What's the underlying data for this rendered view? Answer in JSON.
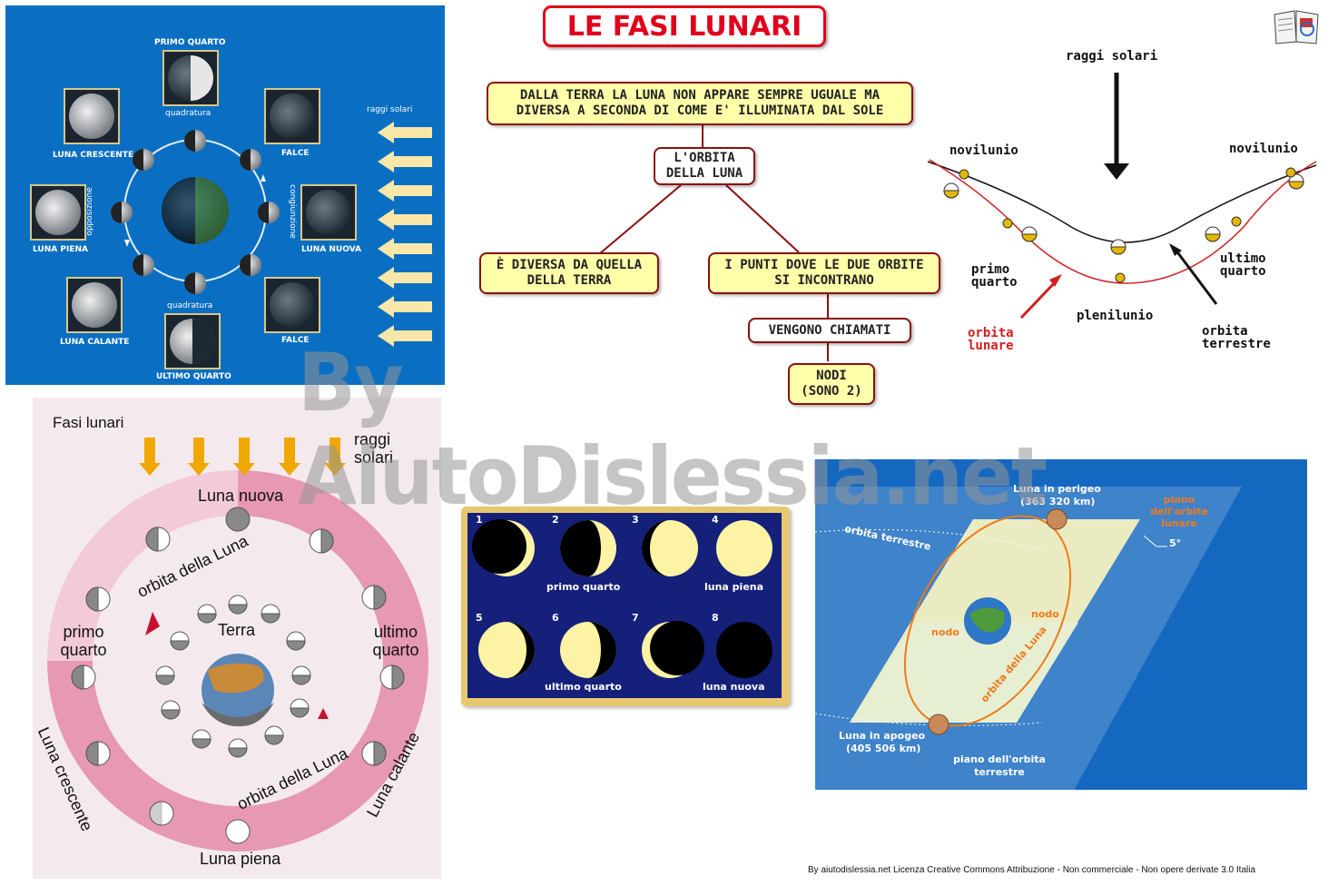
{
  "title": "LE FASI LUNARI",
  "concept_map": {
    "root": "DALLA TERRA LA LUNA NON APPARE SEMPRE UGUALE MA DIVERSA A SECONDA DI COME E' ILLUMINATA DAL SOLE",
    "orbit": "L'ORBITA DELLA LUNA",
    "different": "È DIVERSA DA QUELLA DELLA TERRA",
    "points": "I PUNTI DOVE LE DUE ORBITE SI INCONTRANO",
    "called": "VENGONO CHIAMATI",
    "nodes": "NODI (SONO 2)"
  },
  "panel_phases": {
    "primo_quarto": "PRIMO QUARTO",
    "quadratura_top": "quadratura",
    "falce_top": "FALCE",
    "luna_crescente": "LUNA CRESCENTE",
    "luna_piena": "LUNA PIENA",
    "luna_nuova": "LUNA NUOVA",
    "luna_calante": "LUNA CALANTE",
    "quadratura_bottom": "quadratura",
    "falce_bottom": "FALCE",
    "ultimo_quarto": "ULTIMO QUARTO",
    "opposizione": "opposizione",
    "congiunzione": "congiunzione",
    "raggi_solari": "raggi solari"
  },
  "panel_orbits": {
    "raggi_solari": "raggi solari",
    "novilunio_left": "novilunio",
    "novilunio_right": "novilunio",
    "primo_quarto": "primo quarto",
    "ultimo_quarto": "ultimo quarto",
    "plenilunio": "plenilunio",
    "orbita_lunare": "orbita lunare",
    "orbita_terrestre": "orbita terrestre"
  },
  "panel_fasi": {
    "title": "Fasi lunari",
    "raggi_solari": "raggi solari",
    "luna_nuova": "Luna nuova",
    "luna_piena": "Luna piena",
    "primo_quarto": "primo quarto",
    "ultimo_quarto": "ultimo quarto",
    "orbita_top": "orbita della Luna",
    "orbita_bottom": "orbita della Luna",
    "terra": "Terra",
    "luna_crescente": "Luna crescente",
    "luna_calante": "Luna calante"
  },
  "panel_grid": {
    "cells": [
      {
        "num": "1",
        "label": ""
      },
      {
        "num": "2",
        "label": "primo quarto"
      },
      {
        "num": "3",
        "label": ""
      },
      {
        "num": "4",
        "label": "luna piena"
      },
      {
        "num": "5",
        "label": ""
      },
      {
        "num": "6",
        "label": "ultimo quarto"
      },
      {
        "num": "7",
        "label": ""
      },
      {
        "num": "8",
        "label": "luna nuova"
      }
    ]
  },
  "panel_perigeo": {
    "perigeo": "Luna in perigeo",
    "perigeo_km": "(363 320 km)",
    "piano_lunare": "piano dell'orbita lunare",
    "orbita_terrestre": "orbita terrestre",
    "five_deg": "5°",
    "nodo_left": "nodo",
    "nodo_right": "nodo",
    "orbita_luna": "orbita della Luna",
    "apogeo": "Luna in apogeo",
    "apogeo_km": "(405 506 km)",
    "piano_terrestre": "piano dell'orbita terrestre"
  },
  "watermark": "By AiutoDislessia.net",
  "footer": "By aiutodislessia.net Licenza Creative Commons Attribuzione - Non commerciale - Non opere derivate 3.0 Italia",
  "colors": {
    "title_red": "#e0001b",
    "box_fill": "#ffffaa",
    "panel_blue": "#0a6fc2"
  }
}
